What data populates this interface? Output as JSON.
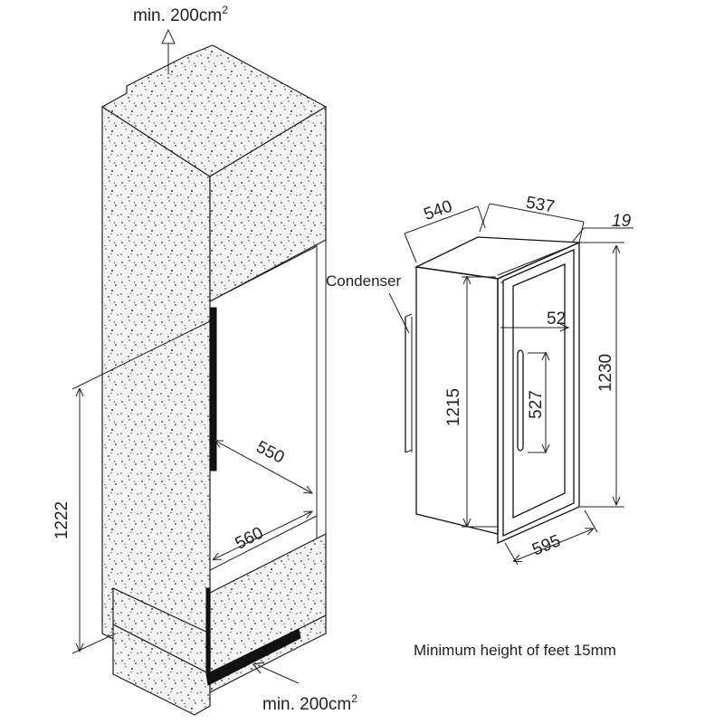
{
  "cabinet": {
    "vent_top": {
      "label": "min. 200cm",
      "sup": "2"
    },
    "vent_bottom": {
      "label": "min. 200cm",
      "sup": "2"
    },
    "niche_height": "1222",
    "niche_depth": "550",
    "niche_width": "560"
  },
  "appliance": {
    "depth": "540",
    "body_depth": "537",
    "door_depth": "19",
    "condenser_label": "Condenser",
    "door_offset": "52",
    "body_height": "1215",
    "handle_height": "527",
    "total_height": "1230",
    "width": "595"
  },
  "footnote": "Minimum height of feet 15mm",
  "colors": {
    "line": "#222222",
    "stone_fill": "#f3f3f3",
    "speckle": "#333333"
  }
}
